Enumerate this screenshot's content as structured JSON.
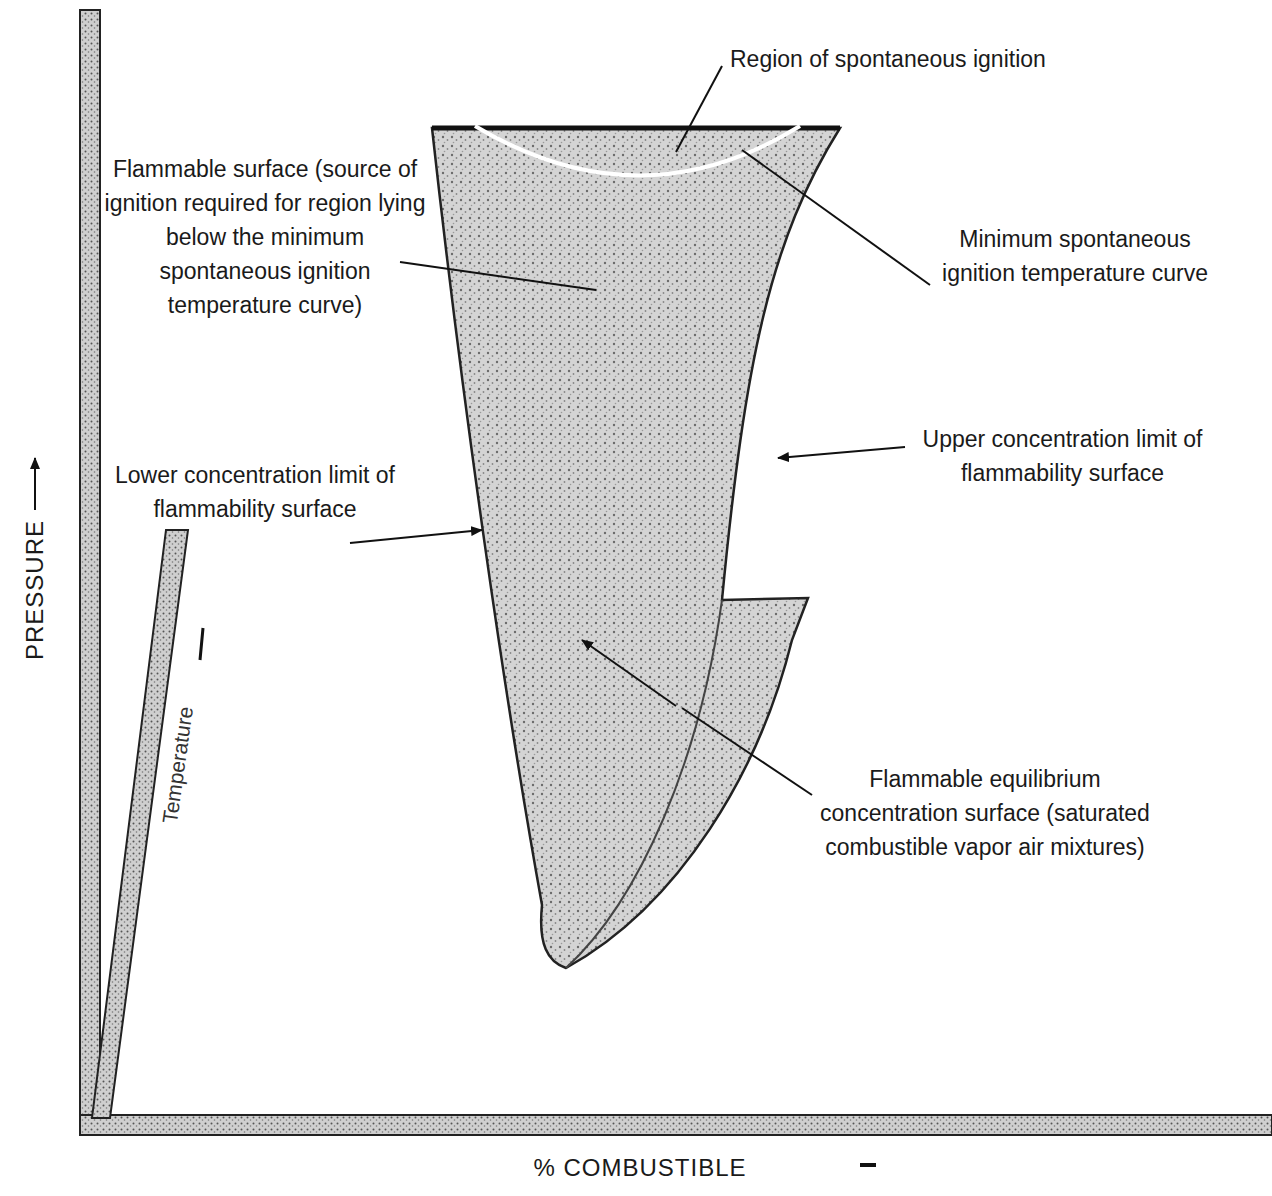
{
  "diagram": {
    "labels": [
      "Region of spontaneous ignition",
      "Flammable surface (source of ignition required for region lying below the minimum spontaneous ignition temperature curve)",
      "Minimum spontaneous ignition temperature curve",
      "Lower concentration limit of flammability surface",
      "Upper concentration limit of flammability surface",
      "Flammable equilibrium concentration surface (saturated combustible vapor air mixtures)",
      "Temperature",
      "PRESSURE",
      "% COMBUSTIBLE"
    ]
  }
}
